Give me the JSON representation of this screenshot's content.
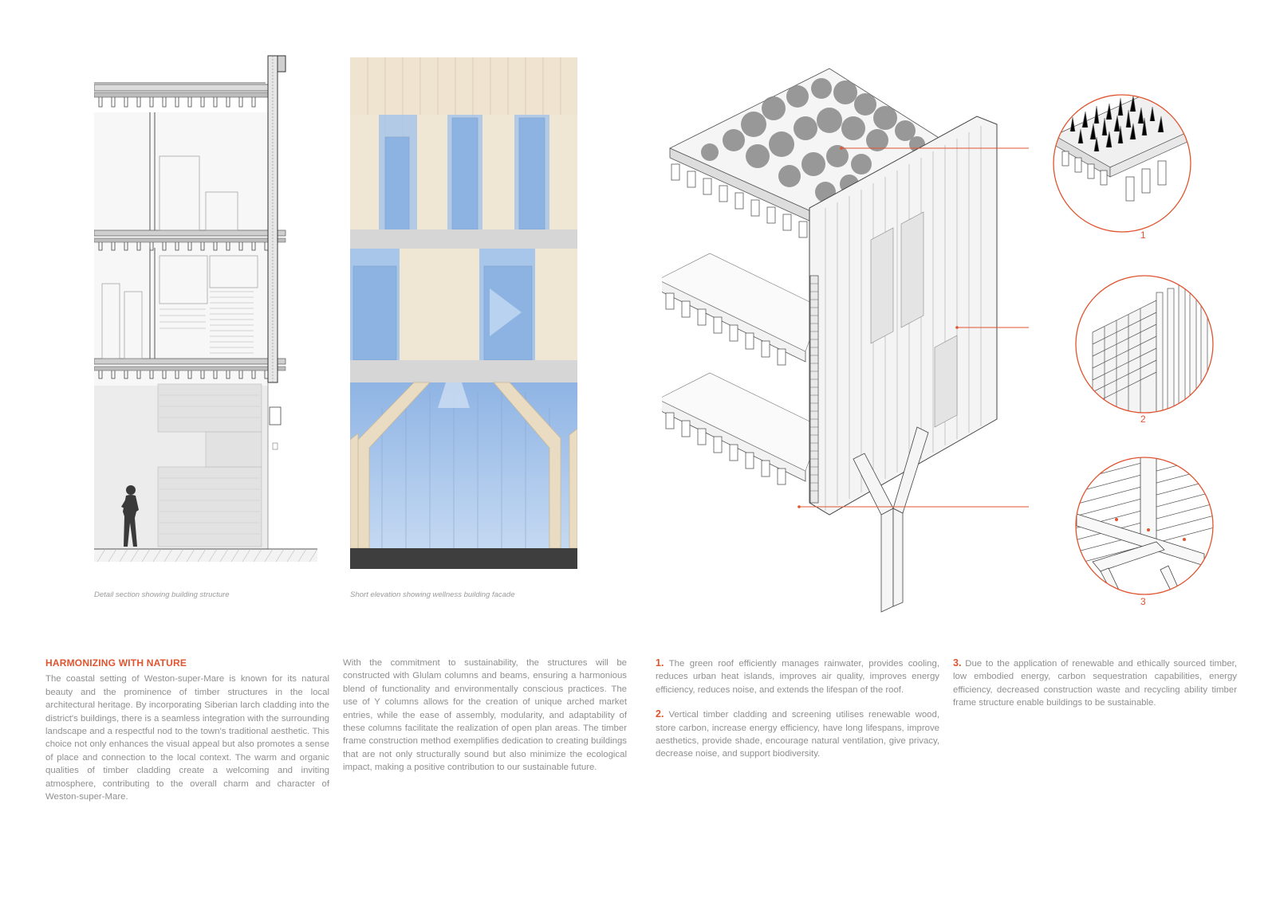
{
  "captions": {
    "section": "Detail section showing building structure",
    "elevation": "Short elevation showing wellness building facade"
  },
  "callouts": [
    "1",
    "2",
    "3"
  ],
  "intro": {
    "heading": "HARMONIZING WITH NATURE",
    "body": "The coastal setting of Weston-super-Mare is known for its natural beauty and the prominence of timber structures in the local architectural heritage. By incorporating Siberian larch cladding into the district's buildings, there is a seamless integration with the surrounding landscape and a respectful nod to the town's traditional aesthetic. This choice not only enhances the visual appeal but also promotes a sense of place and connection to the local context. The warm and organic qualities of timber cladding create a welcoming and inviting atmosphere, contributing to the overall charm and character of Weston-super-Mare."
  },
  "sustainability": {
    "body": "With the commitment to sustainability, the structures will be constructed with Glulam columns and beams, ensuring a harmonious blend of functionality and environmentally conscious practices. The use of Y columns allows for the creation of unique arched market entries, while the ease of assembly, modularity, and adaptability of these columns facilitate the realization of open plan areas. The timber frame construction method exemplifies dedication to creating buildings that are not only structurally sound but also minimize the ecological impact, making a positive contribution to our sustainable future."
  },
  "points": [
    {
      "num": "1.",
      "text": "The green roof efficiently manages rainwater, provides cooling, reduces urban heat islands, improves air quality, improves energy efficiency, reduces noise, and extends the lifespan of the roof."
    },
    {
      "num": "2.",
      "text": "Vertical timber cladding and screening utilises renewable wood, store carbon, increase energy efficiency, have long lifespans, improve aesthetics, provide shade, encourage natural ventilation, give privacy, decrease noise, and support biodiversity."
    },
    {
      "num": "3.",
      "text": "Due to the application of renewable and ethically sourced timber, low embodied energy, carbon sequestration capabilities, energy efficiency, decreased construction waste and recycling ability timber frame structure enable buildings to be sustainable."
    }
  ],
  "colors": {
    "accent": "#e0542f",
    "timber": "#e8dcc6",
    "glass": "#a9c8ea",
    "line": "#555555"
  },
  "icons": [
    "person-silhouette-icon"
  ]
}
